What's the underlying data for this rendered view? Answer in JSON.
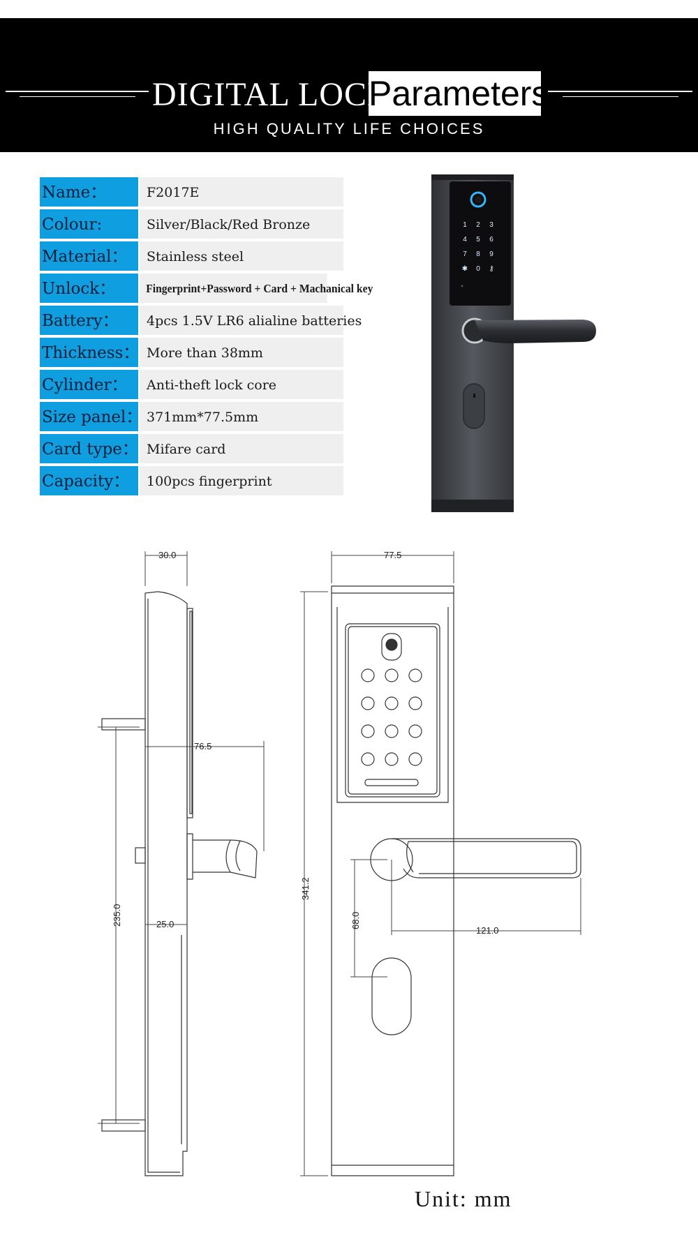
{
  "banner": {
    "title_left": "DIGITAL LOCK",
    "title_box": "Parameters",
    "subtitle": "HIGH QUALITY LIFE CHOICES"
  },
  "specs": [
    {
      "label": "Name：",
      "value": "F2017E"
    },
    {
      "label": "Colour:",
      "value": "Silver/Black/Red Bronze"
    },
    {
      "label": "Material：",
      "value": "Stainless steel"
    },
    {
      "label": "Unlock：",
      "value": "Fingerprint+Password + Card + Machanical key"
    },
    {
      "label": "Battery：",
      "value": "4pcs 1.5V LR6 alialine batteries"
    },
    {
      "label": "Thickness：",
      "value": "More than 38mm"
    },
    {
      "label": "Cylinder：",
      "value": "Anti-theft lock core"
    },
    {
      "label": "Size panel：",
      "value": "371mm*77.5mm"
    },
    {
      "label": "Card type：",
      "value": "Mifare card"
    },
    {
      "label": "Capacity：",
      "value": "100pcs fingerprint"
    }
  ],
  "photo_keypad": [
    "1",
    "2",
    "3",
    "4",
    "5",
    "6",
    "7",
    "8",
    "9",
    "✱",
    "0",
    "⚷"
  ],
  "dimensions": {
    "side_thickness": "30.0",
    "front_width": "77.5",
    "handle_depth": "76.5",
    "height": "341.2",
    "spindle_distance": "235.0",
    "backset": "25.0",
    "handle_to_cylinder": "68.0",
    "handle_length": "121.0"
  },
  "unit": "Unit: mm",
  "colors": {
    "banner_bg": "#000000",
    "label_bg": "#0f9fe0",
    "value_bg": "#efefef",
    "lock_body": "#4a4d52"
  }
}
